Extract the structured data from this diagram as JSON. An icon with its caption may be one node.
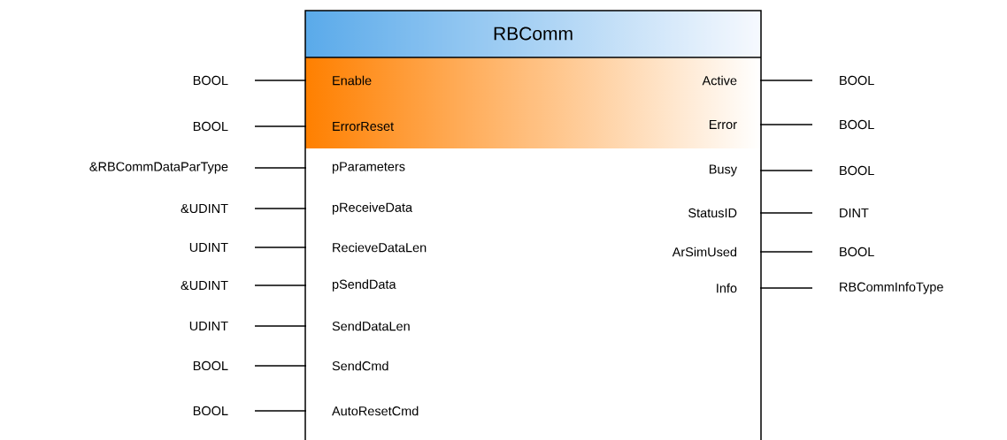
{
  "diagram": {
    "nodes": [
      {
        "text": [
          "RBComm"
        ]
      },
      {
        "text": [
          "Enable"
        ],
        "in": 0
      },
      {
        "text": [
          "ErrorReset"
        ],
        "in": 0
      },
      {
        "text": [
          "pParameters"
        ],
        "in": 0
      },
      {
        "text": [
          "pReceiveData"
        ],
        "in": 0
      },
      {
        "text": [
          "RecieveDataLen"
        ],
        "in": 0
      },
      {
        "text": [
          "pSendData"
        ],
        "in": 0
      },
      {
        "text": [
          "SendDataLen"
        ],
        "in": 0
      },
      {
        "text": [
          "SendCmd"
        ],
        "in": 0
      },
      {
        "text": [
          "AutoResetCmd"
        ],
        "in": 0
      },
      {
        "text": [
          "Active"
        ],
        "in": 0
      },
      {
        "text": [
          "Error"
        ],
        "in": 0
      },
      {
        "text": [
          "Busy"
        ],
        "in": 0
      },
      {
        "text": [
          "StatusID"
        ],
        "in": 0
      },
      {
        "text": [
          "ArSimUsed"
        ],
        "in": 0
      },
      {
        "text": [
          "Info"
        ],
        "in": 0
      },
      {
        "text": [
          "BOOL"
        ]
      },
      {
        "text": [
          "BOOL"
        ]
      },
      {
        "text": [
          "&RBCommDataParType"
        ]
      },
      {
        "text": [
          "&UDINT"
        ]
      },
      {
        "text": [
          "UDINT"
        ]
      },
      {
        "text": [
          "&UDINT"
        ]
      },
      {
        "text": [
          "UDINT"
        ]
      },
      {
        "text": [
          "BOOL"
        ]
      },
      {
        "text": [
          "BOOL"
        ]
      },
      {
        "text": [
          "BOOL"
        ]
      },
      {
        "text": [
          "BOOL"
        ]
      },
      {
        "text": [
          "BOOL"
        ]
      },
      {
        "text": [
          "DINT"
        ]
      },
      {
        "text": [
          "BOOL"
        ]
      },
      {
        "text": [
          "RBCommInfoType"
        ]
      }
    ],
    "edges": [
      {
        "from": 16,
        "to": 1,
        "arrow": "none"
      },
      {
        "from": 17,
        "to": 2,
        "arrow": "none"
      },
      {
        "from": 18,
        "to": 3,
        "arrow": "none"
      },
      {
        "from": 19,
        "to": 4,
        "arrow": "none"
      },
      {
        "from": 20,
        "to": 5,
        "arrow": "none"
      },
      {
        "from": 21,
        "to": 6,
        "arrow": "none"
      },
      {
        "from": 22,
        "to": 7,
        "arrow": "none"
      },
      {
        "from": 23,
        "to": 8,
        "arrow": "none"
      },
      {
        "from": 24,
        "to": 9,
        "arrow": "none"
      },
      {
        "from": 10,
        "to": 25,
        "arrow": "none"
      },
      {
        "from": 11,
        "to": 26,
        "arrow": "none"
      },
      {
        "from": 12,
        "to": 27,
        "arrow": "none"
      },
      {
        "from": 13,
        "to": 28,
        "arrow": "none"
      },
      {
        "from": 14,
        "to": 29,
        "arrow": "none"
      },
      {
        "from": 15,
        "to": 30,
        "arrow": "none"
      }
    ]
  }
}
